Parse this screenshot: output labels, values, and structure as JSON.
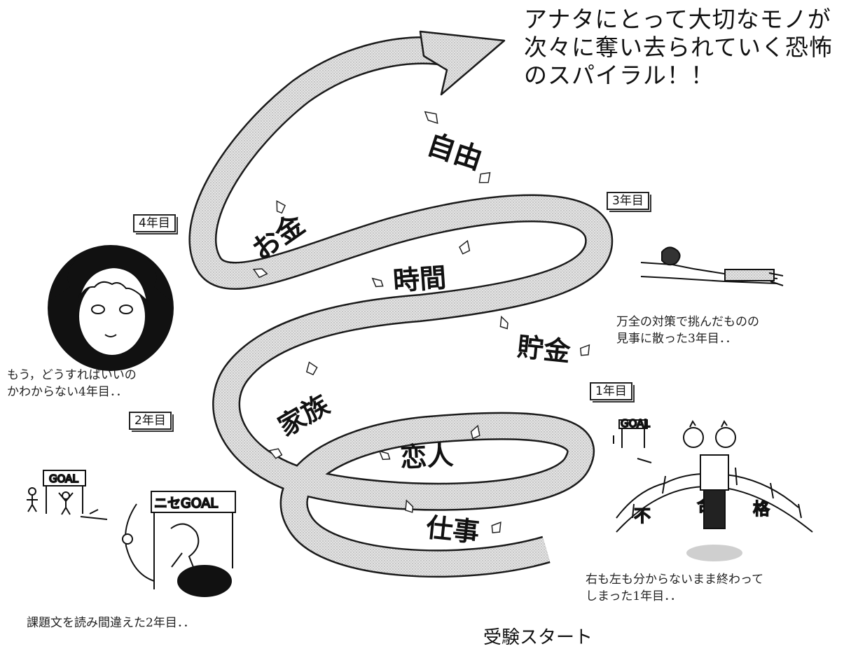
{
  "headline": {
    "line1": "アナタにとって大切なモノが",
    "line2": "次々に奪い去られていく恐怖",
    "line3": "のスパイラル！！"
  },
  "spiral_words": [
    "自由",
    "お金",
    "時間",
    "貯金",
    "家族",
    "恋人",
    "仕事"
  ],
  "years": {
    "year4": {
      "label": "4年目",
      "caption_line1": "もう，どうすればいいの",
      "caption_line2": "かわからない4年目．．"
    },
    "year3": {
      "label": "3年目",
      "caption_line1": "万全の対策で挑んだものの",
      "caption_line2": "見事に散った3年目．．"
    },
    "year2": {
      "label": "2年目",
      "caption": "課題文を読み間違えた2年目．．",
      "goal_sign": "GOAL",
      "fake_goal_sign": "ニセGOAL"
    },
    "year1": {
      "label": "1年目",
      "caption_line1": "右も左も分からないまま終わって",
      "caption_line2": "しまった1年目．．",
      "goal_sign": "GOAL",
      "sign_chars": [
        "不",
        "合",
        "格"
      ]
    }
  },
  "start_label": "受験スタート",
  "colors": {
    "ink": "#111111",
    "spiral_fill": "#d9d9d9",
    "background": "#ffffff"
  }
}
